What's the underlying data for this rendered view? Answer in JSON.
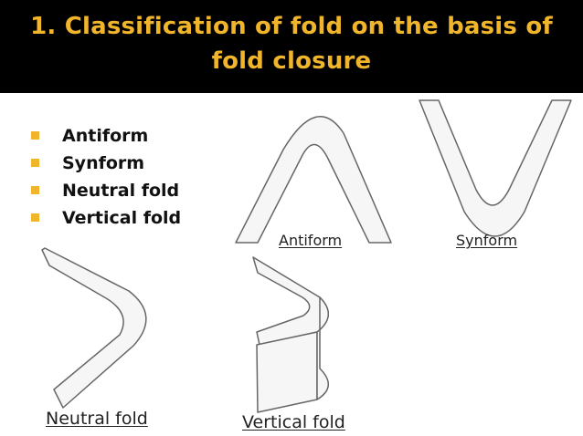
{
  "slide": {
    "title_line1": "1. Classification of fold on the basis of",
    "title_line2": "fold closure",
    "bullets": [
      "Antiform",
      "Synform",
      "Neutral fold",
      "Vertical fold"
    ],
    "figures": {
      "antiform_caption": "Antiform",
      "synform_caption": "Synform",
      "neutral_caption": "Neutral fold",
      "vertical_caption": "Vertical fold"
    },
    "colors": {
      "title": "#F0B52A",
      "bullet": "#F0B52A",
      "background": "#000000",
      "panel": "#FFFFFF"
    }
  }
}
